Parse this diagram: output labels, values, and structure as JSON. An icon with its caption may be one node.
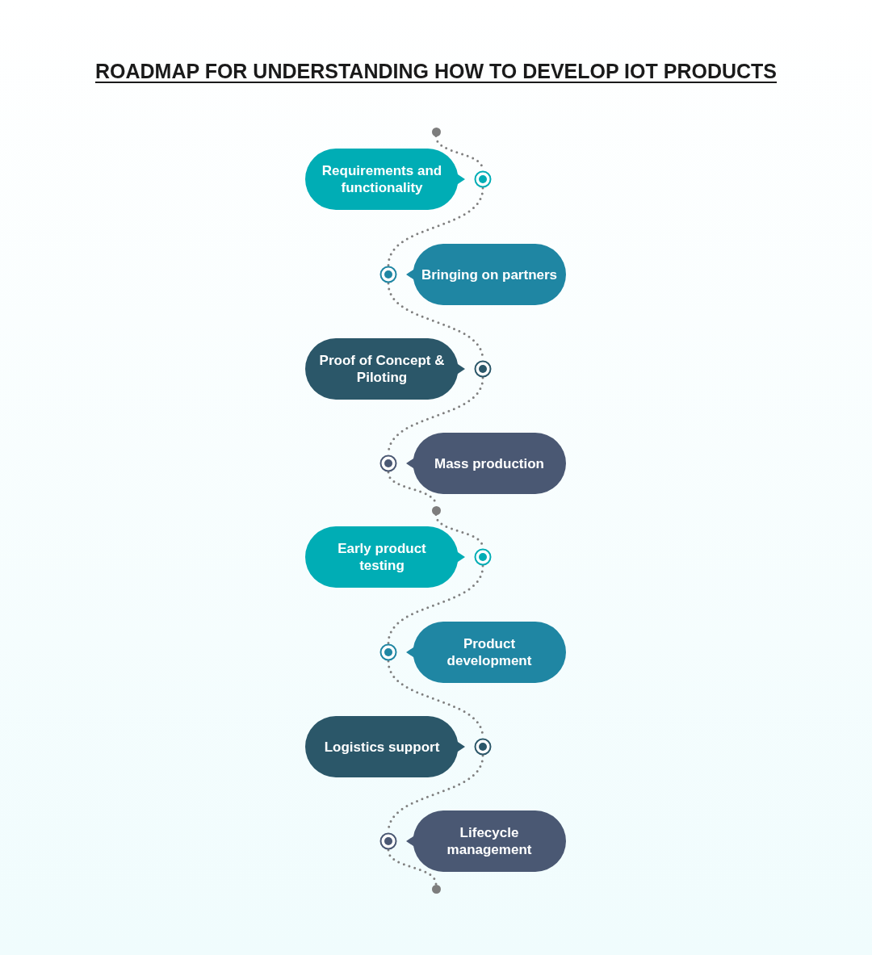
{
  "diagram": {
    "title": "ROADMAP FOR UNDERSTANDING HOW TO DEVELOP IOT PRODUCTS",
    "nodes": [
      {
        "text": [],
        "shape": "circle"
      },
      {
        "text": [
          "Requirements and functionality"
        ]
      },
      {
        "text": [],
        "shape": "circle"
      },
      {
        "text": [
          "Bringing on partners"
        ]
      },
      {
        "text": [],
        "shape": "circle"
      },
      {
        "text": [
          "Proof of Concept & Piloting"
        ]
      },
      {
        "text": [],
        "shape": "circle"
      },
      {
        "text": [
          "Mass production"
        ]
      },
      {
        "text": [],
        "shape": "circle"
      },
      {
        "text": [],
        "shape": "circle"
      },
      {
        "text": [
          "Early product testing"
        ]
      },
      {
        "text": [],
        "shape": "circle"
      },
      {
        "text": [
          "Product development"
        ]
      },
      {
        "text": [],
        "shape": "circle"
      },
      {
        "text": [
          "Logistics support"
        ]
      },
      {
        "text": [],
        "shape": "circle"
      },
      {
        "text": [
          "Lifecycle management"
        ]
      },
      {
        "text": [],
        "shape": "circle"
      },
      {
        "text": [],
        "shape": "circle"
      }
    ],
    "edges": [
      {
        "from": 0,
        "to": 2,
        "arrow": "none"
      },
      {
        "from": 2,
        "to": 4,
        "arrow": "none"
      },
      {
        "from": 4,
        "to": 6,
        "arrow": "none"
      },
      {
        "from": 6,
        "to": 8,
        "arrow": "none"
      },
      {
        "from": 8,
        "to": 9,
        "arrow": "none"
      },
      {
        "from": 9,
        "to": 11,
        "arrow": "none"
      },
      {
        "from": 11,
        "to": 13,
        "arrow": "none"
      },
      {
        "from": 13,
        "to": 15,
        "arrow": "none"
      },
      {
        "from": 15,
        "to": 17,
        "arrow": "none"
      },
      {
        "from": 17,
        "to": 18,
        "arrow": "none"
      }
    ]
  }
}
